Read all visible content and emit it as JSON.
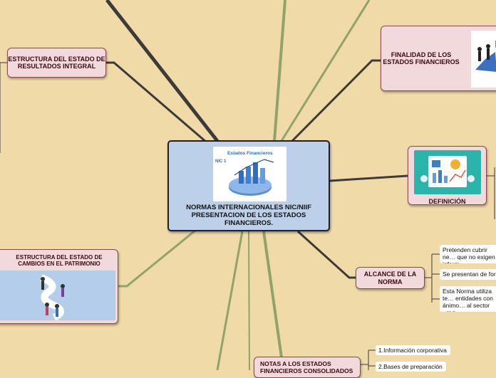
{
  "root": {
    "title": "NORMAS INTERNACIONALES NIC/NIIF PRESENTACION DE LOS ESTADOS FINANCIEROS.",
    "image_caption": "Estados Financieros",
    "image_sublabel": "NIC 1"
  },
  "nodes": {
    "estructura_resultados": "ESTRUCTURA DEL ESTADO DE RESULTADOS INTEGRAL",
    "finalidad": "FINALIDAD DE LOS ESTADOS FINANCIEROS",
    "definicion": "DEFINICIÓN",
    "cambios_patrimonio": "ESTRUCTURA DEL ESTADO DE CAMBIOS EN EL PATRIMONIO",
    "alcance": "ALCANCE DE LA NORMA",
    "notas": "NOTAS A LOS ESTADOS FINANCIEROS CONSOLIDADOS"
  },
  "alcance_items": [
    "Pretenden cubrir ne… que no exigen inform…",
    "Se presentan de for…",
    "Esta Norma utiliza te… entidades con ánimo… al sector público."
  ],
  "notas_items": [
    "1.Información corporativa",
    "2.Bases de preparación"
  ],
  "colors": {
    "background": "#f0dba8",
    "node_fill": "#f1d9dc",
    "node_border": "#8a4a55",
    "root_fill": "#bcd0ea",
    "connector_dark": "#3b3b3b",
    "connector_green": "#8fa36a"
  }
}
